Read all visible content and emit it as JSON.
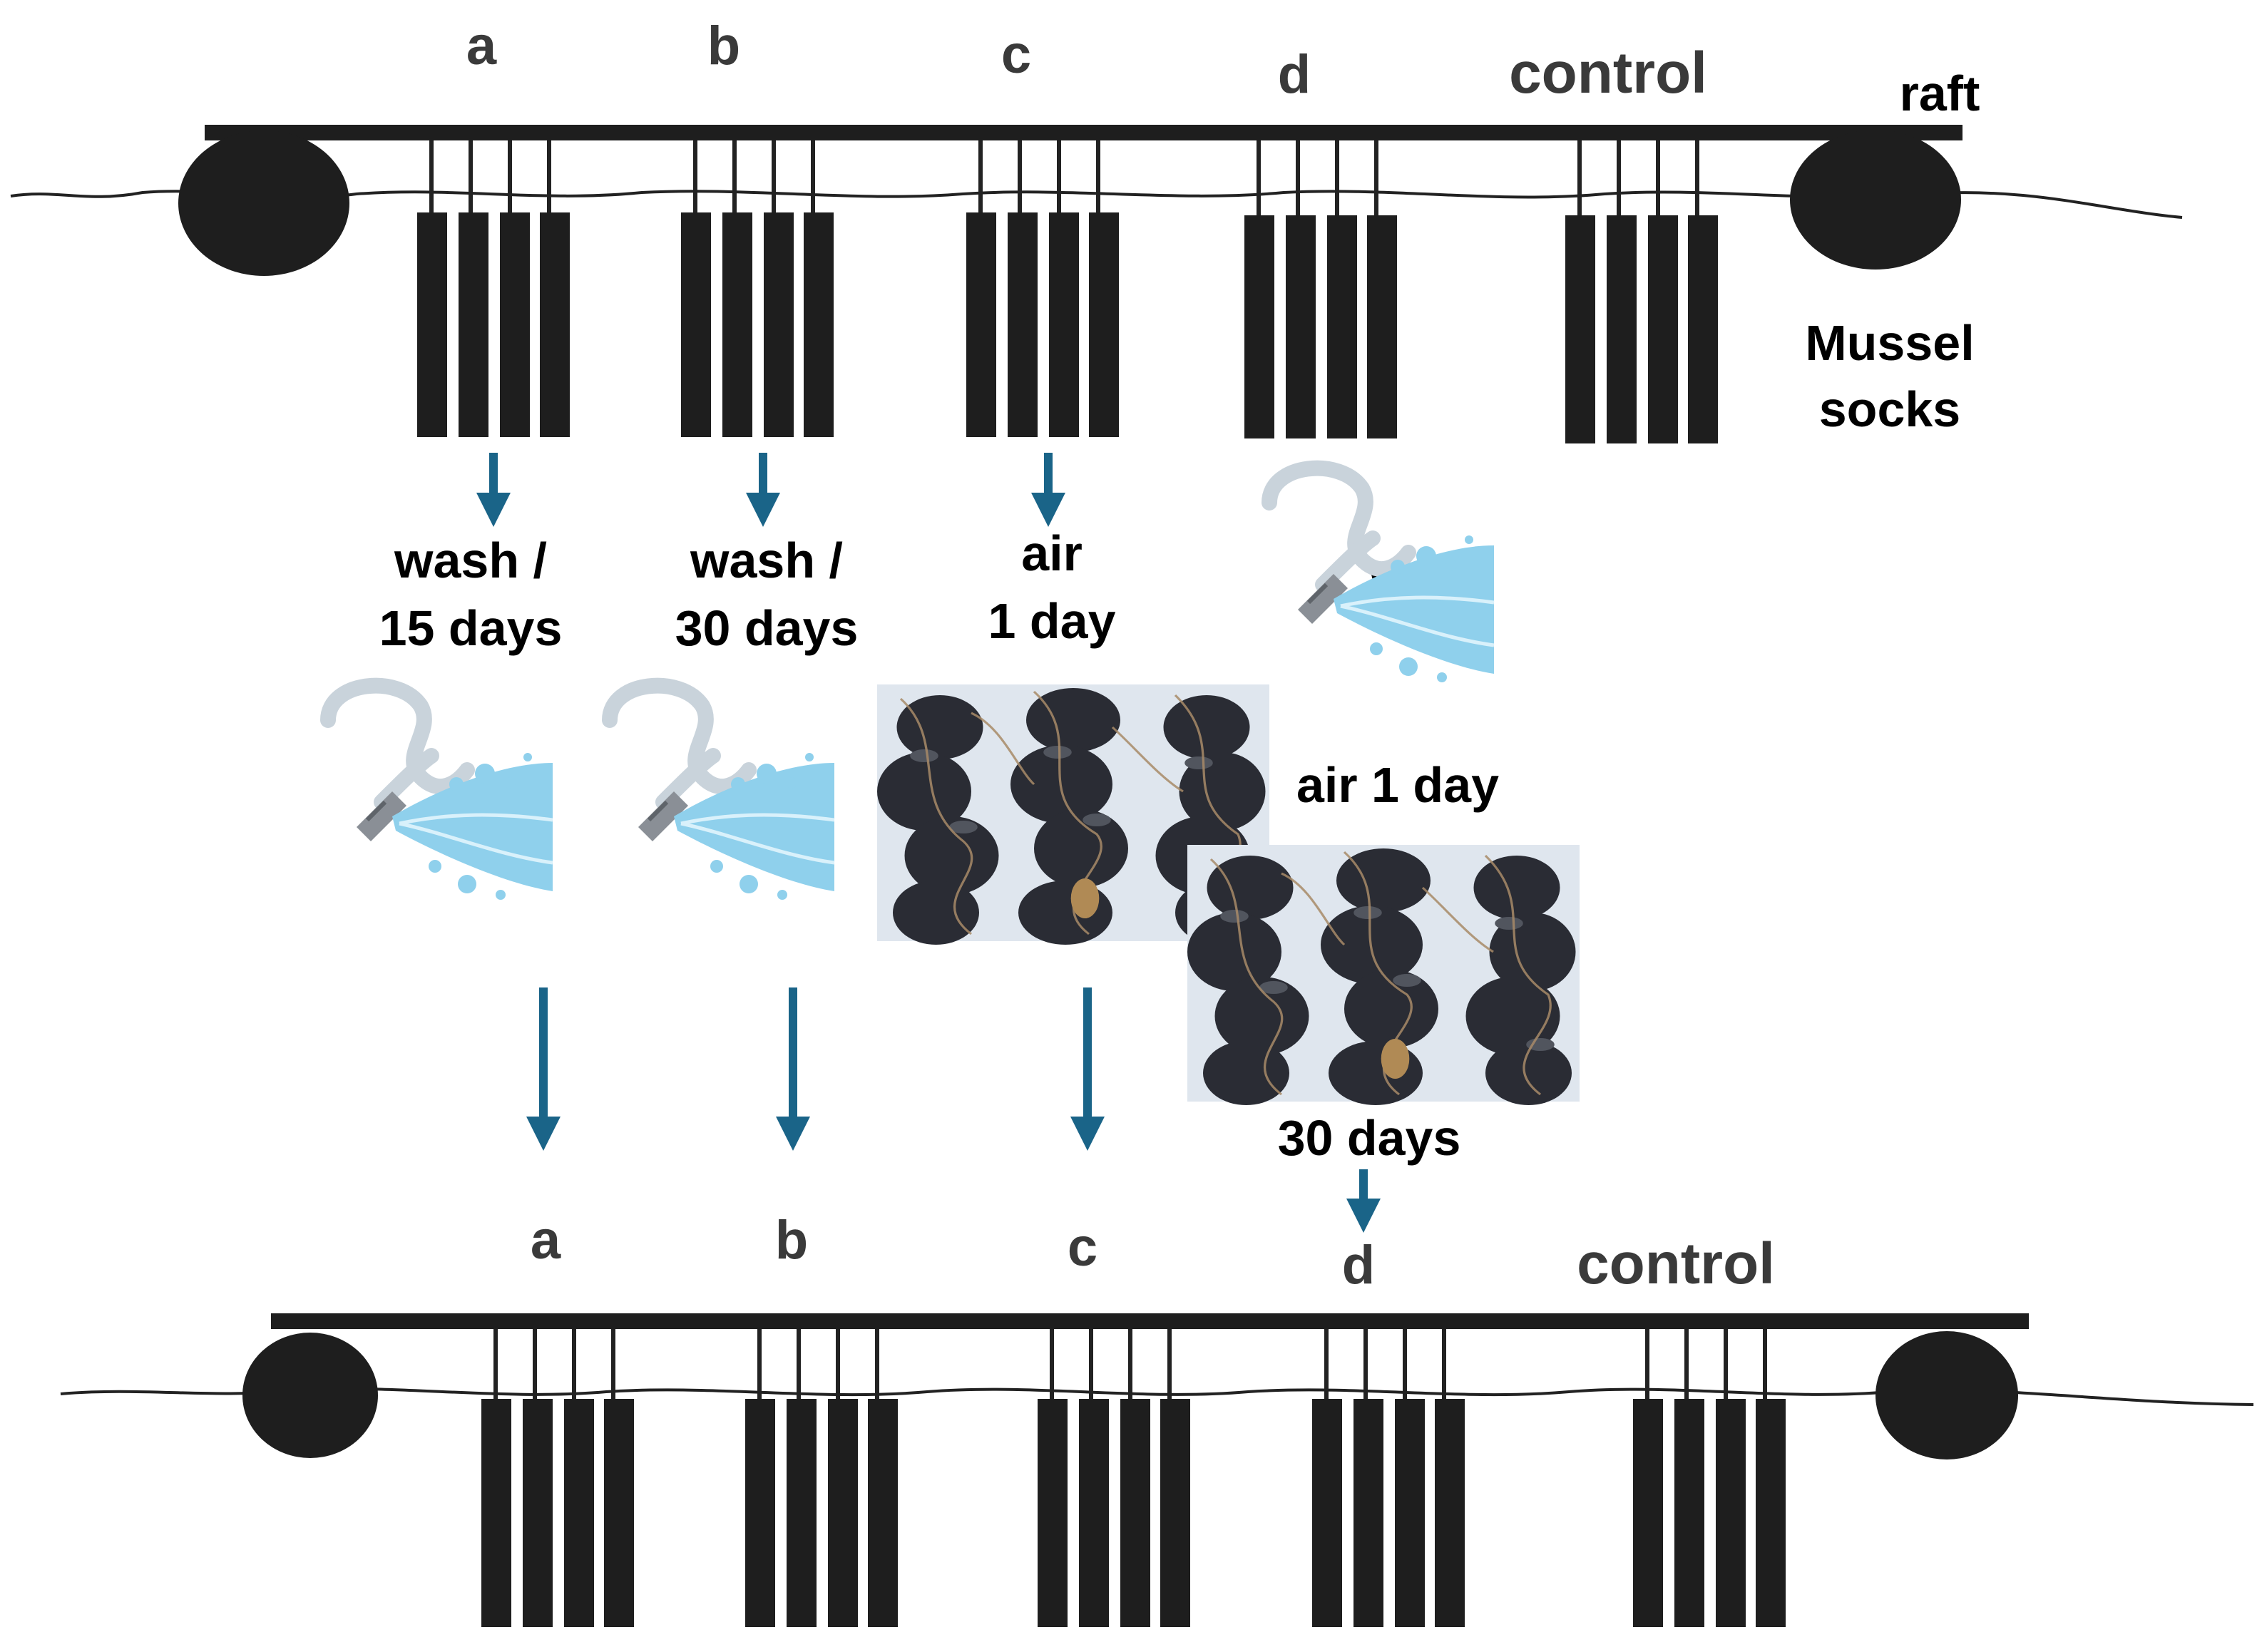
{
  "top_raft": {
    "group_labels": [
      "a",
      "b",
      "c",
      "d",
      "control"
    ],
    "raft_label": "raft",
    "socks_label_line1": "Mussel",
    "socks_label_line2": "socks"
  },
  "treatments": {
    "a": {
      "line1": "wash /",
      "line2": "15 days"
    },
    "b": {
      "line1": "wash /",
      "line2": "30 days"
    },
    "c": {
      "line1": "air",
      "line2": "1 day"
    },
    "d": {
      "step1": "wash",
      "step2": "air 1 day",
      "step3": "30 days"
    }
  },
  "bottom_raft": {
    "group_labels": [
      "a",
      "b",
      "c",
      "d",
      "control"
    ]
  },
  "colors": {
    "arrow": "#1a6488",
    "raft": "#1e1e1e",
    "hose": "#c9d3db",
    "water": "#8fd0ec",
    "mussel_dark": "#2a2c34",
    "photo_bg": "#dfe6ee"
  },
  "icons": [
    "hose-spray-icon",
    "mussel-photo"
  ]
}
